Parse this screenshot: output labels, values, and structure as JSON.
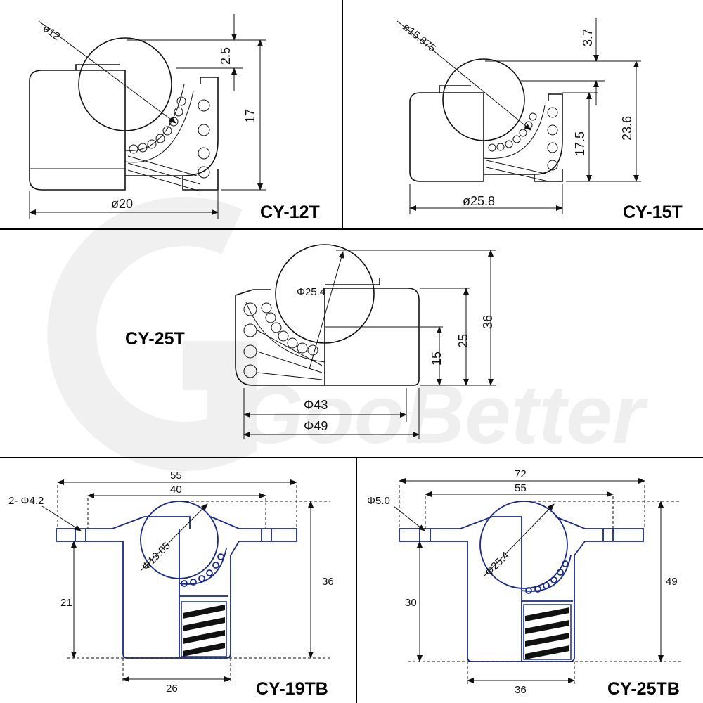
{
  "watermark": {
    "text": "GooBetter"
  },
  "panels": {
    "cy12t": {
      "model": "CY-12T",
      "ball_dia": "ø12",
      "protrusion": "2.5",
      "height": "17",
      "body_dia": "ø20"
    },
    "cy15t": {
      "model": "CY-15T",
      "ball_dia": "ø15.875",
      "protrusion": "3.7",
      "body_height": "17.5",
      "total_height": "23.6",
      "body_dia": "ø25.8"
    },
    "cy25t": {
      "model": "CY-25T",
      "ball_dia": "Φ25.4",
      "h1": "15",
      "h2": "25",
      "h3": "36",
      "d1": "Φ43",
      "d2": "Φ49"
    },
    "cy19tb": {
      "model": "CY-19TB",
      "holes": "2- Φ4.2",
      "flange_width": "55",
      "hole_spacing": "40",
      "ball_dia": "Φ19.05",
      "total_height": "36",
      "body_height": "21",
      "body_dia": "26"
    },
    "cy25tb": {
      "model": "CY-25TB",
      "holes": "Φ5.0",
      "flange_width": "72",
      "hole_spacing": "55",
      "ball_dia": "Φ25.4",
      "total_height": "49",
      "body_height": "30",
      "body_dia": "36"
    }
  }
}
